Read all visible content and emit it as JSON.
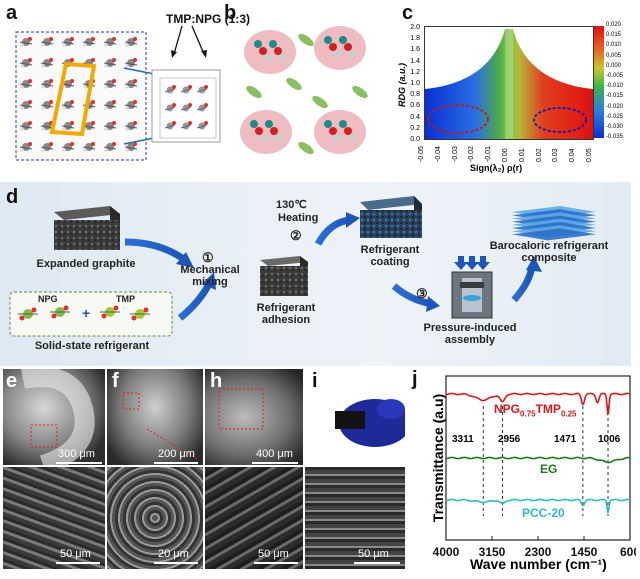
{
  "panel_labels": {
    "a": "a",
    "b": "b",
    "c": "c",
    "d": "d",
    "e": "e",
    "f": "f",
    "h": "h",
    "i": "i",
    "j": "j"
  },
  "panel_a": {
    "ratio_label": "TMP:NPG (1:3)"
  },
  "panel_c": {
    "ylabel": "RDG (a.u.)",
    "xlabel": "Sign(λ₂) ρ(r)",
    "yticks": [
      "2.0",
      "1.8",
      "1.6",
      "1.4",
      "1.2",
      "1.0",
      "0.8",
      "0.6",
      "0.4",
      "0.2",
      "0.0"
    ],
    "xticks": [
      "-0.05",
      "-0.04",
      "-0.03",
      "-0.02",
      "-0.01",
      "0.00",
      "0.01",
      "0.02",
      "0.03",
      "0.04",
      "0.05"
    ],
    "cbar_ticks": [
      "0.020",
      "0.015",
      "0.010",
      "0.005",
      "0.000",
      "-0.005",
      "-0.010",
      "-0.015",
      "-0.020",
      "-0.025",
      "-0.030",
      "-0.035"
    ]
  },
  "panel_d": {
    "expanded_graphite": "Expanded graphite",
    "npg": "NPG",
    "tmp": "TMP",
    "solid_state": "Solid-state refrigerant",
    "step1_num": "①",
    "step1": "Mechanical mixing",
    "adhesion": "Refrigerant adhesion",
    "heating_temp": "130℃",
    "heating": "Heating",
    "step2_num": "②",
    "coating": "Refrigerant coating",
    "step3_num": "③",
    "assembly": "Pressure-induced assembly",
    "composite": "Barocaloric refrigerant composite"
  },
  "sem": {
    "e_top": "300 μm",
    "e_bot": "50 μm",
    "f_top": "200 μm",
    "f_bot": "20 μm",
    "h_top": "400 μm",
    "h_bot": "50 μm",
    "i_bot": "50 μm"
  },
  "chart_data": {
    "type": "line",
    "ylabel": "Transmittance (a.u)",
    "xlabel": "Wave number (cm⁻¹)",
    "x_ticks": [
      "4000",
      "3150",
      "2300",
      "1450",
      "600"
    ],
    "xlim": [
      4000,
      600
    ],
    "series": [
      {
        "name": "NPG0.75TMP0.25",
        "color": "#d7191c"
      },
      {
        "name": "EG",
        "color": "#1a7a1a"
      },
      {
        "name": "PCC-20",
        "color": "#2bbcc0"
      }
    ],
    "series_label_npg": {
      "base1": "NPG",
      "sub1": "0.75",
      "base2": "TMP",
      "sub2": "0.25"
    },
    "peaks": [
      "3311",
      "2956",
      "1471",
      "1006"
    ]
  }
}
